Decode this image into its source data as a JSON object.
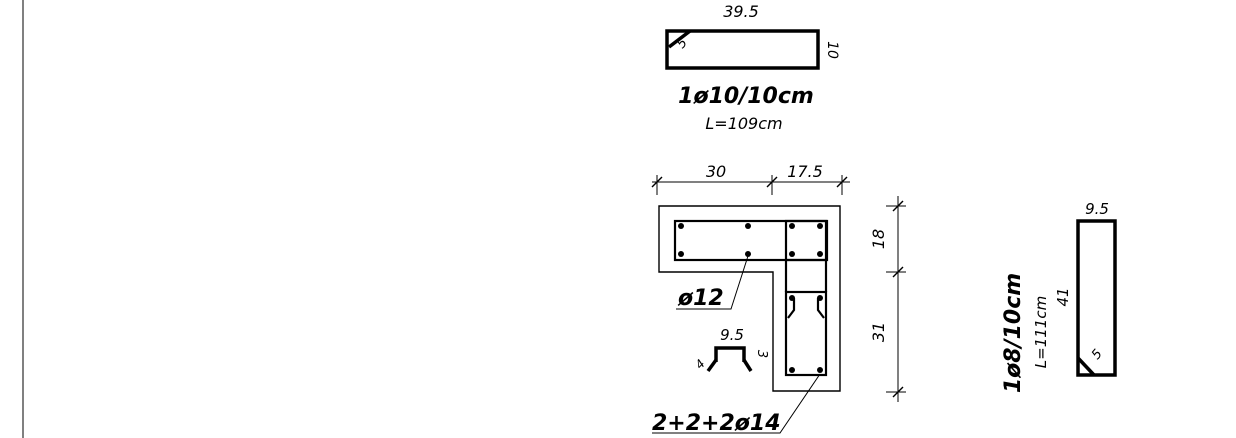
{
  "top_stirrup": {
    "length_label": "39.5",
    "height_label": "10",
    "hook_label": "5",
    "spec": "1ø10/10cm",
    "total_length": "L=109cm"
  },
  "section": {
    "dim_left": "30",
    "dim_right": "17.5",
    "dim_upper": "18",
    "dim_lower": "31",
    "bar_label": "ø12",
    "bottom_label": "2+2+2ø14"
  },
  "cross_tie": {
    "width_label": "9.5",
    "hook_label": "3",
    "side_label": "4"
  },
  "right_stirrup": {
    "width_label": "9.5",
    "height_label": "41",
    "hook_label": "5",
    "spec": "1ø8/10cm",
    "total_length": "L=111cm"
  }
}
